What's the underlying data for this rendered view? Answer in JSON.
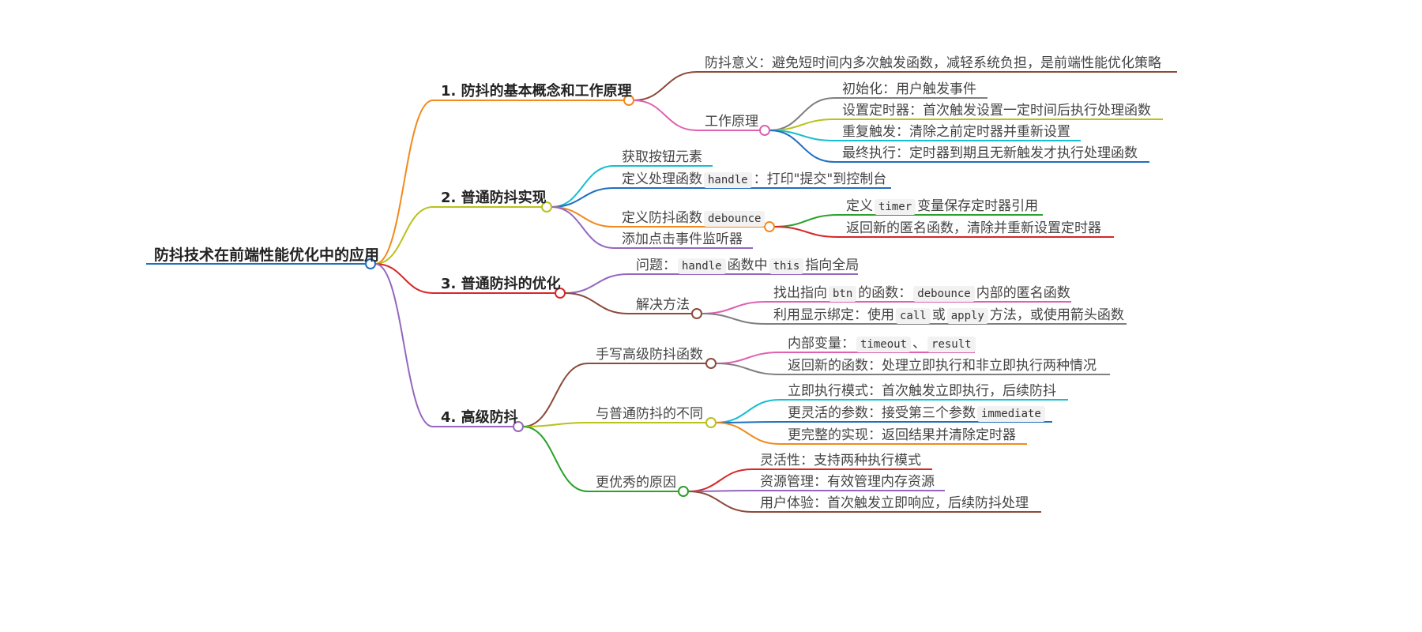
{
  "mindmap": {
    "root": {
      "text": "防抖技术在前端性能优化中的应用",
      "color": "#1f6fbf"
    },
    "branches": [
      {
        "text": "1. 防抖的基本概念和工作原理",
        "color": "#f28a1c",
        "children": [
          {
            "segments": [
              {
                "t": "防抖意义：避免短时间内多次触发函数，减轻系统负担，是前端性能优化策略"
              }
            ],
            "color": "#8c4a3a"
          },
          {
            "segments": [
              {
                "t": "工作原理"
              }
            ],
            "color": "#e060b0",
            "children": [
              {
                "segments": [
                  {
                    "t": "初始化：用户触发事件"
                  }
                ],
                "color": "#7f7f7f"
              },
              {
                "segments": [
                  {
                    "t": "设置定时器：首次触发设置一定时间后执行处理函数"
                  }
                ],
                "color": "#b8c21a"
              },
              {
                "segments": [
                  {
                    "t": "重复触发：清除之前定时器并重新设置"
                  }
                ],
                "color": "#17becf"
              },
              {
                "segments": [
                  {
                    "t": "最终执行：定时器到期且无新触发才执行处理函数"
                  }
                ],
                "color": "#1f6fbf"
              }
            ]
          }
        ]
      },
      {
        "text": "2. 普通防抖实现",
        "color": "#b8c21a",
        "children": [
          {
            "segments": [
              {
                "t": "获取按钮元素"
              }
            ],
            "color": "#17becf"
          },
          {
            "segments": [
              {
                "t": "定义处理函数"
              },
              {
                "t": "handle",
                "code": true
              },
              {
                "t": "：打印\"提交\"到控制台"
              }
            ],
            "color": "#1f6fbf"
          },
          {
            "segments": [
              {
                "t": "定义防抖函数"
              },
              {
                "t": "debounce",
                "code": true
              }
            ],
            "color": "#f28a1c",
            "children": [
              {
                "segments": [
                  {
                    "t": "定义"
                  },
                  {
                    "t": "timer",
                    "code": true
                  },
                  {
                    "t": "变量保存定时器引用"
                  }
                ],
                "color": "#2ca02c"
              },
              {
                "segments": [
                  {
                    "t": "返回新的匿名函数，清除并重新设置定时器"
                  }
                ],
                "color": "#d62728"
              }
            ]
          },
          {
            "segments": [
              {
                "t": "添加点击事件监听器"
              }
            ],
            "color": "#9467bd"
          }
        ]
      },
      {
        "text": "3. 普通防抖的优化",
        "color": "#d62728",
        "children": [
          {
            "segments": [
              {
                "t": "问题："
              },
              {
                "t": "handle",
                "code": true
              },
              {
                "t": "函数中"
              },
              {
                "t": "this",
                "code": true
              },
              {
                "t": "指向全局"
              }
            ],
            "color": "#9467bd"
          },
          {
            "segments": [
              {
                "t": "解决方法"
              }
            ],
            "color": "#8c4a3a",
            "children": [
              {
                "segments": [
                  {
                    "t": "找出指向"
                  },
                  {
                    "t": "btn",
                    "code": true
                  },
                  {
                    "t": "的函数："
                  },
                  {
                    "t": "debounce",
                    "code": true
                  },
                  {
                    "t": "内部的匿名函数"
                  }
                ],
                "color": "#e060b0"
              },
              {
                "segments": [
                  {
                    "t": "利用显示绑定：使用"
                  },
                  {
                    "t": "call",
                    "code": true
                  },
                  {
                    "t": "或"
                  },
                  {
                    "t": "apply",
                    "code": true
                  },
                  {
                    "t": "方法，或使用箭头函数"
                  }
                ],
                "color": "#7f7f7f"
              }
            ]
          }
        ]
      },
      {
        "text": "4. 高级防抖",
        "color": "#9467bd",
        "children": [
          {
            "segments": [
              {
                "t": "手写高级防抖函数"
              }
            ],
            "color": "#8c4a3a",
            "children": [
              {
                "segments": [
                  {
                    "t": "内部变量："
                  },
                  {
                    "t": "timeout",
                    "code": true
                  },
                  {
                    "t": "、"
                  },
                  {
                    "t": "result",
                    "code": true
                  }
                ],
                "color": "#e060b0"
              },
              {
                "segments": [
                  {
                    "t": "返回新的函数：处理立即执行和非立即执行两种情况"
                  }
                ],
                "color": "#7f7f7f"
              }
            ]
          },
          {
            "segments": [
              {
                "t": "与普通防抖的不同"
              }
            ],
            "color": "#b8c21a",
            "children": [
              {
                "segments": [
                  {
                    "t": "立即执行模式：首次触发立即执行，后续防抖"
                  }
                ],
                "color": "#17becf"
              },
              {
                "segments": [
                  {
                    "t": "更灵活的参数：接受第三个参数"
                  },
                  {
                    "t": "immediate",
                    "code": true
                  }
                ],
                "color": "#1f6fbf"
              },
              {
                "segments": [
                  {
                    "t": "更完整的实现：返回结果并清除定时器"
                  }
                ],
                "color": "#f28a1c"
              }
            ]
          },
          {
            "segments": [
              {
                "t": "更优秀的原因"
              }
            ],
            "color": "#2ca02c",
            "children": [
              {
                "segments": [
                  {
                    "t": "灵活性：支持两种执行模式"
                  }
                ],
                "color": "#d62728"
              },
              {
                "segments": [
                  {
                    "t": "资源管理：有效管理内存资源"
                  }
                ],
                "color": "#9467bd"
              },
              {
                "segments": [
                  {
                    "t": "用户体验：首次触发立即响应，后续防抖处理"
                  }
                ],
                "color": "#8c4a3a"
              }
            ]
          }
        ]
      }
    ]
  }
}
